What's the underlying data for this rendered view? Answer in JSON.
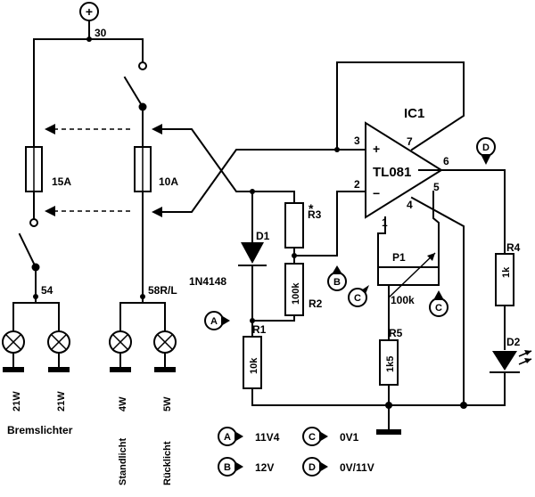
{
  "power": {
    "symbol": "+",
    "terminal": "30"
  },
  "fuses": {
    "f1": "15A",
    "f2": "10A"
  },
  "nodes": {
    "brake": "54",
    "tail": "58R/L"
  },
  "lamps": {
    "brake_left": "21W",
    "brake_right": "21W",
    "stand": "4W",
    "rear": "5W",
    "label_brake": "Bremslichter",
    "label_stand": "Standlicht",
    "label_rear": "Rücklicht"
  },
  "ic": {
    "ref": "IC1",
    "part": "TL081",
    "plus": "+",
    "minus": "−",
    "pin3": "3",
    "pin2": "2",
    "pin7": "7",
    "pin6": "6",
    "pin5": "5",
    "pin4": "4",
    "pin1": "1"
  },
  "parts": {
    "d1": "D1",
    "d1_type": "1N4148",
    "r3": "R3",
    "r3_mark": "*",
    "r2": "R2",
    "r2_val": "100k",
    "r1": "R1",
    "r1_val": "10k",
    "p1": "P1",
    "p1_val": "100k",
    "r5": "R5",
    "r5_val": "1k5",
    "r4": "R4",
    "r4_val": "1k",
    "d2": "D2"
  },
  "markers": {
    "a": "A",
    "b": "B",
    "c": "C",
    "d": "D"
  },
  "legend": [
    {
      "marker": "A",
      "value": "11V4"
    },
    {
      "marker": "B",
      "value": "12V"
    },
    {
      "marker": "C",
      "value": "0V1"
    },
    {
      "marker": "D",
      "value": "0V/11V"
    }
  ]
}
